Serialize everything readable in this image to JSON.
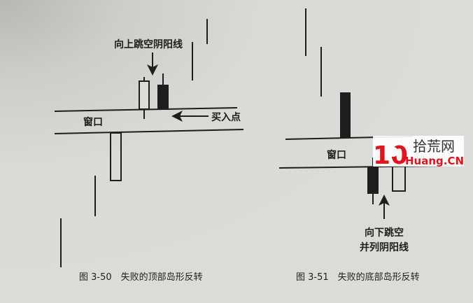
{
  "figure_left": {
    "annotation": "向上跳空阴阳线",
    "window_label": "窗口",
    "buy_point_label": "买入点",
    "caption": "图 3-50　失败的顶部岛形反转"
  },
  "figure_right": {
    "annotation_line1": "向下跳空",
    "annotation_line2": "并列阴阳线",
    "window_label": "窗口",
    "caption": "图 3-51　失败的底部岛形反转"
  },
  "watermark": {
    "logo_number": "10",
    "site_name": "拾荒网",
    "domain": "Huang.CN",
    "brand_color": "#e0141e"
  },
  "colors": {
    "ink": "#1e1e1e",
    "paper": "#dddcd8"
  }
}
